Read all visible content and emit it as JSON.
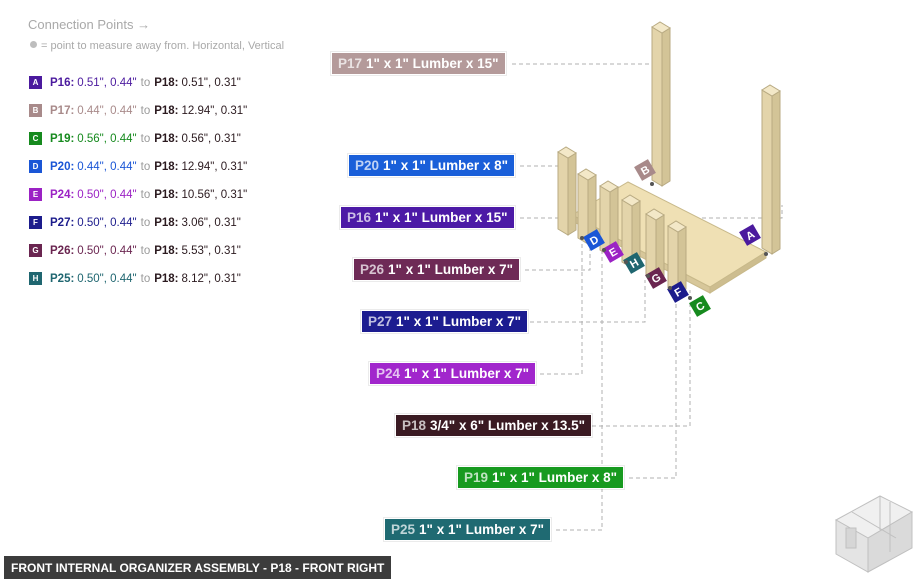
{
  "header": {
    "title": "Connection Points →"
  },
  "legend": {
    "note": "= point to measure away from. Horizontal, Vertical"
  },
  "connections": [
    {
      "letter": "A",
      "part": "P16:",
      "from": "0.51\", 0.44\"",
      "to_word": "to",
      "target": "P18:",
      "to": "0.51\", 0.31\"",
      "color": "#4b1a9e"
    },
    {
      "letter": "B",
      "part": "P17:",
      "from": "0.44\", 0.44\"",
      "to_word": "to",
      "target": "P18:",
      "to": "12.94\", 0.31\"",
      "color": "#a88a8a"
    },
    {
      "letter": "C",
      "part": "P19:",
      "from": "0.56\", 0.44\"",
      "to_word": "to",
      "target": "P18:",
      "to": "0.56\", 0.31\"",
      "color": "#168a1e"
    },
    {
      "letter": "D",
      "part": "P20:",
      "from": "0.44\", 0.44\"",
      "to_word": "to",
      "target": "P18:",
      "to": "12.94\", 0.31\"",
      "color": "#1a56d6"
    },
    {
      "letter": "E",
      "part": "P24:",
      "from": "0.50\", 0.44\"",
      "to_word": "to",
      "target": "P18:",
      "to": "10.56\", 0.31\"",
      "color": "#9b22c4"
    },
    {
      "letter": "F",
      "part": "P27:",
      "from": "0.50\", 0.44\"",
      "to_word": "to",
      "target": "P18:",
      "to": "3.06\", 0.31\"",
      "color": "#1c1c8c"
    },
    {
      "letter": "G",
      "part": "P26:",
      "from": "0.50\", 0.44\"",
      "to_word": "to",
      "target": "P18:",
      "to": "5.53\", 0.31\"",
      "color": "#6a2550"
    },
    {
      "letter": "H",
      "part": "P25:",
      "from": "0.50\", 0.44\"",
      "to_word": "to",
      "target": "P18:",
      "to": "8.12\", 0.31\"",
      "color": "#1f6670"
    }
  ],
  "part_labels": [
    {
      "id": "P17",
      "desc": "1\" x 1\" Lumber  x 15\"",
      "color": "#b49a9a"
    },
    {
      "id": "P20",
      "desc": "1\" x 1\" Lumber  x 8\"",
      "color": "#1a5fd9"
    },
    {
      "id": "P16",
      "desc": "1\" x 1\" Lumber  x 15\"",
      "color": "#4c1aa6"
    },
    {
      "id": "P26",
      "desc": "1\" x 1\" Lumber  x 7\"",
      "color": "#6e2a56"
    },
    {
      "id": "P27",
      "desc": "1\" x 1\" Lumber  x 7\"",
      "color": "#1c1c90"
    },
    {
      "id": "P24",
      "desc": "1\" x 1\" Lumber  x 7\"",
      "color": "#a126cc"
    },
    {
      "id": "P18",
      "desc": "3/4\" x 6\" Lumber x 13.5\"",
      "color": "#3a1a22"
    },
    {
      "id": "P19",
      "desc": "1\" x 1\" Lumber  x 8\"",
      "color": "#179a1f"
    },
    {
      "id": "P25",
      "desc": "1\" x 1\" Lumber  x 7\"",
      "color": "#1f6a72"
    }
  ],
  "footer": {
    "title": "FRONT INTERNAL ORGANIZER ASSEMBLY - P18 - FRONT RIGHT"
  }
}
